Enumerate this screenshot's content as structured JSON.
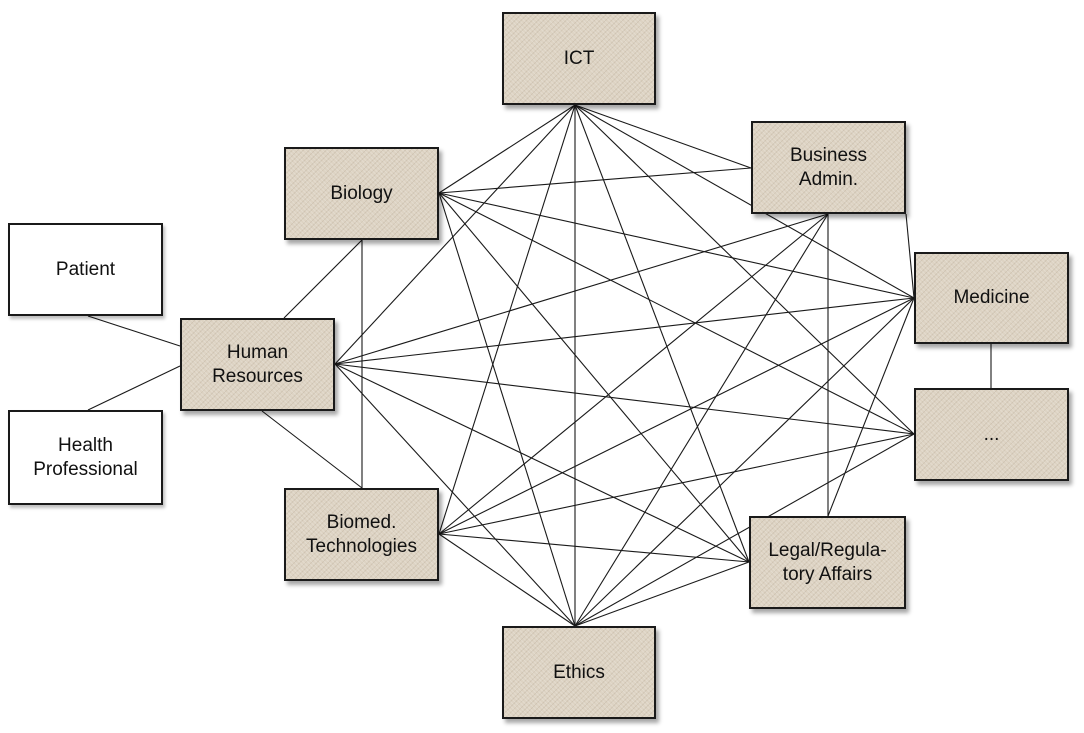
{
  "diagram": {
    "nodes": [
      {
        "id": "ict",
        "label": "ICT",
        "kind": "discipline"
      },
      {
        "id": "biology",
        "label": "Biology",
        "kind": "discipline"
      },
      {
        "id": "business",
        "label": "Business\nAdmin.",
        "kind": "discipline"
      },
      {
        "id": "patient",
        "label": "Patient",
        "kind": "actor"
      },
      {
        "id": "human",
        "label": "Human\nResources",
        "kind": "discipline"
      },
      {
        "id": "medicine",
        "label": "Medicine",
        "kind": "discipline"
      },
      {
        "id": "health",
        "label": "Health\nProfessional",
        "kind": "actor"
      },
      {
        "id": "dots",
        "label": "...",
        "kind": "discipline"
      },
      {
        "id": "biomed",
        "label": "Biomed.\nTechnologies",
        "kind": "discipline"
      },
      {
        "id": "legal",
        "label": "Legal/Regula-\ntory Affairs",
        "kind": "discipline"
      },
      {
        "id": "ethics",
        "label": "Ethics",
        "kind": "discipline"
      }
    ],
    "edges": [
      [
        "patient",
        "human"
      ],
      [
        "health",
        "human"
      ],
      [
        "medicine",
        "dots"
      ],
      [
        "ict",
        "biology"
      ],
      [
        "ict",
        "business"
      ],
      [
        "ict",
        "human"
      ],
      [
        "ict",
        "biomed"
      ],
      [
        "ict",
        "ethics"
      ],
      [
        "ict",
        "legal"
      ],
      [
        "ict",
        "medicine"
      ],
      [
        "ict",
        "dots"
      ],
      [
        "biology",
        "business"
      ],
      [
        "biology",
        "human"
      ],
      [
        "biology",
        "biomed"
      ],
      [
        "biology",
        "medicine"
      ],
      [
        "biology",
        "dots"
      ],
      [
        "biology",
        "ethics"
      ],
      [
        "biology",
        "legal"
      ],
      [
        "business",
        "human"
      ],
      [
        "business",
        "biomed"
      ],
      [
        "business",
        "ethics"
      ],
      [
        "business",
        "legal"
      ],
      [
        "business",
        "medicine"
      ],
      [
        "human",
        "biomed"
      ],
      [
        "human",
        "medicine"
      ],
      [
        "human",
        "dots"
      ],
      [
        "human",
        "legal"
      ],
      [
        "human",
        "ethics"
      ],
      [
        "biomed",
        "legal"
      ],
      [
        "biomed",
        "ethics"
      ],
      [
        "biomed",
        "medicine"
      ],
      [
        "biomed",
        "dots"
      ],
      [
        "ethics",
        "legal"
      ],
      [
        "ethics",
        "medicine"
      ],
      [
        "ethics",
        "dots"
      ],
      [
        "legal",
        "medicine"
      ]
    ]
  }
}
